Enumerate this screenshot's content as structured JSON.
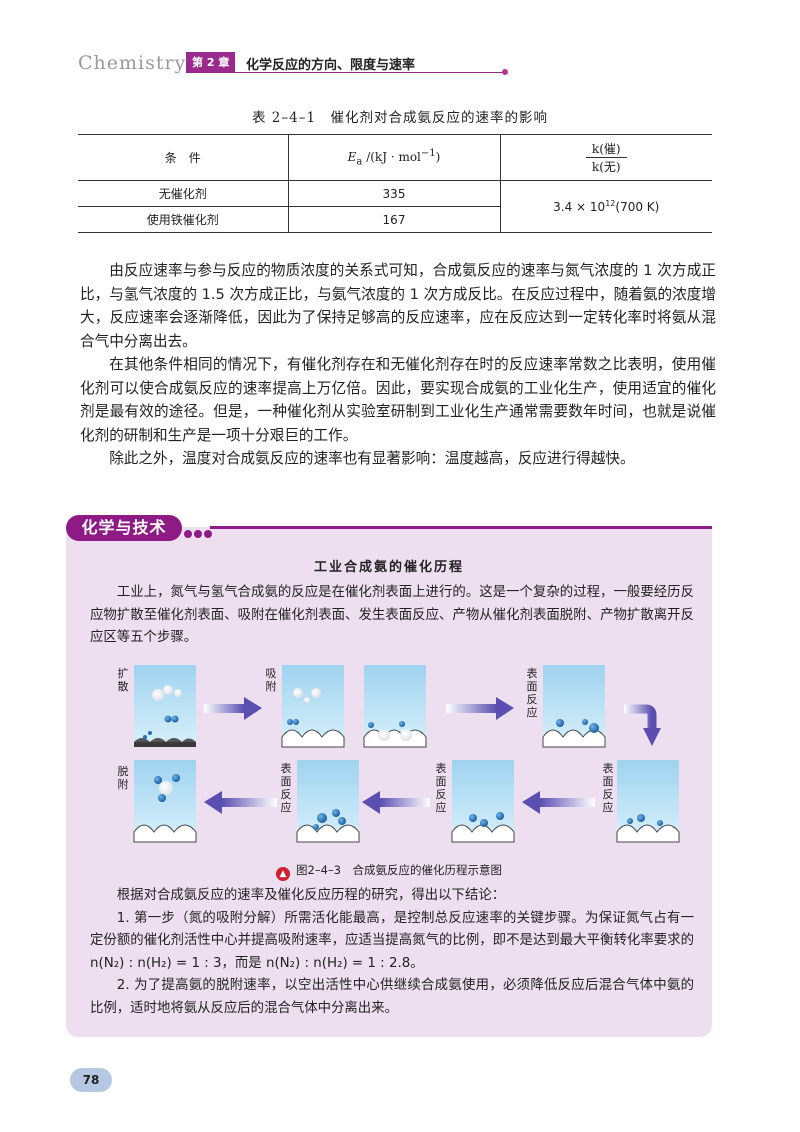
{
  "header": {
    "subject": "Chemistry",
    "chapter": "第 2 章",
    "chapter_title": "化学反应的方向、限度与速率"
  },
  "table": {
    "caption": "表 2–4–1　催化剂对合成氨反应的速率的影响",
    "col1": "条　件",
    "col2_sym": "E",
    "col2_sub": "a",
    "col2_unit": " /(kJ · mol",
    "col2_sup": "−1",
    "col2_close": ")",
    "col3_num": "k(催)",
    "col3_den": "k(无)",
    "rows": [
      {
        "cond": "无催化剂",
        "ea": "335"
      },
      {
        "cond": "使用铁催化剂",
        "ea": "167"
      }
    ],
    "ratio": "3.4 × 10",
    "ratio_sup": "12",
    "ratio_tail": "(700 K)"
  },
  "paragraphs": [
    "由反应速率与参与反应的物质浓度的关系式可知，合成氨反应的速率与氮气浓度的 1 次方成正比，与氢气浓度的 1.5 次方成正比，与氨气浓度的 1 次方成反比。在反应过程中，随着氨的浓度增大，反应速率会逐渐降低，因此为了保持足够高的反应速率，应在反应达到一定转化率时将氨从混合气中分离出去。",
    "在其他条件相同的情况下，有催化剂存在和无催化剂存在时的反应速率常数之比表明，使用催化剂可以使合成氨反应的速率提高上万亿倍。因此，要实现合成氨的工业化生产，使用适宜的催化剂是最有效的途径。但是，一种催化剂从实验室研制到工业化生产通常需要数年时间，也就是说催化剂的研制和生产是一项十分艰巨的工作。",
    "除此之外，温度对合成氨反应的速率也有显著影响：温度越高，反应进行得越快。"
  ],
  "box": {
    "badge": "化学与技术",
    "title": "工业合成氨的催化历程",
    "intro": "工业上，氮气与氢气合成氨的反应是在催化剂表面上进行的。这是一个复杂的过程，一般要经历反应物扩散至催化剂表面、吸附在催化剂表面、发生表面反应、产物从催化剂表面脱附、产物扩散离开反应区等五个步骤。",
    "fig_caption": "图2–4–3　合成氨反应的催化历程示意图",
    "fig_labels": {
      "diffuse": "扩散",
      "adsorb": "吸附",
      "surface_reaction": "表面反应",
      "desorb": "脱附"
    },
    "conclusion_intro": "根据对合成氨反应的速率及催化反应历程的研究，得出以下结论：",
    "point1_a": "1. 第一步（氮的吸附分解）所需活化能最高，是控制总反应速率的关键步骤。为保证氮气占有一定份额的催化剂活性中心并提高吸附速率，应适当提高氮气的比例，即不是达到最大平衡转化率要求的 ",
    "point1_ratio1": "n(N₂) : n(H₂) = 1 : 3",
    "point1_mid": "，而是 ",
    "point1_ratio2": "n(N₂) : n(H₂) = 1 : 2.8",
    "point1_end": "。",
    "point2": "2. 为了提高氨的脱附速率，以空出活性中心供继续合成氨使用，必须降低反应后混合气体中氨的比例，适时地将氨从反应后的混合气体中分离出来。"
  },
  "page_number": "78",
  "colors": {
    "accent": "#8e1a86",
    "box_bg": "#eedff0",
    "page_badge": "#b5c7e3"
  }
}
